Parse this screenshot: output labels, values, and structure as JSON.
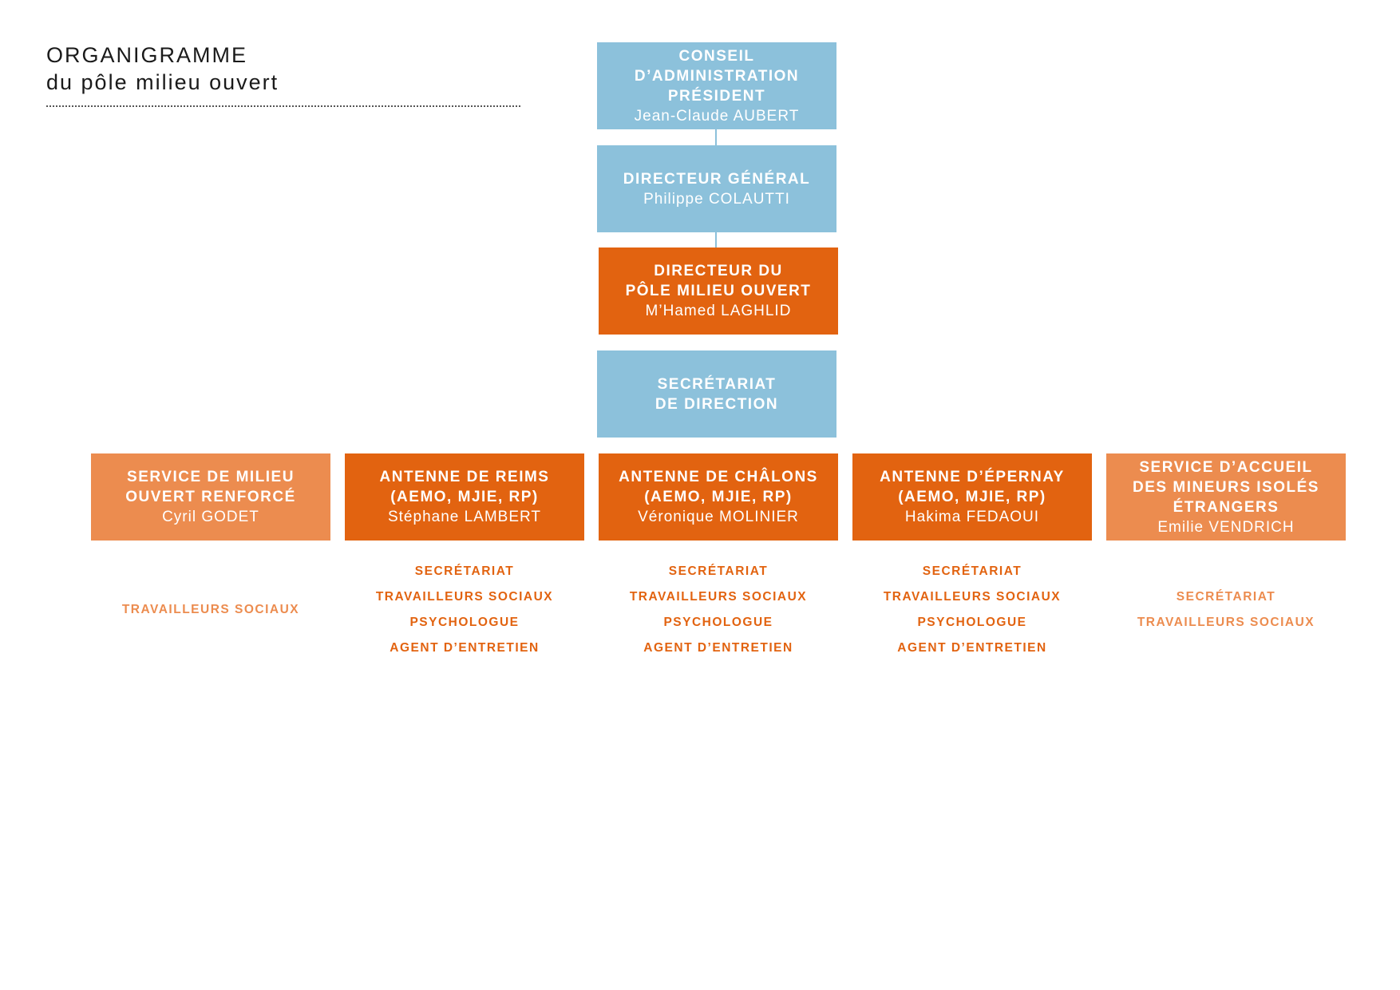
{
  "colors": {
    "blue": "#8cc1db",
    "orange_dark": "#e26310",
    "orange_light": "#ec8c4f",
    "title_text": "#1a1a1a"
  },
  "title": {
    "line1": "ORGANIGRAMME",
    "line2": "du pôle milieu ouvert"
  },
  "hierarchy": [
    {
      "id": "conseil-administration",
      "color": "blue",
      "label_lines": [
        "CONSEIL D’ADMINISTRATION",
        "PRÉSIDENT"
      ],
      "name": "Jean-Claude AUBERT"
    },
    {
      "id": "directeur-general",
      "color": "blue",
      "label_lines": [
        "DIRECTEUR GÉNÉRAL"
      ],
      "name": "Philippe COLAUTTI"
    },
    {
      "id": "directeur-pole",
      "color": "orange_dark",
      "label_lines": [
        "DIRECTEUR DU",
        "PÔLE MILIEU OUVERT"
      ],
      "name": "M’Hamed LAGHLID"
    },
    {
      "id": "secretariat-direction",
      "color": "blue",
      "label_lines": [
        "SECRÉTARIAT",
        "DE DIRECTION"
      ],
      "name": ""
    }
  ],
  "services": [
    {
      "id": "smor",
      "color": "orange_light",
      "label_lines": [
        "SERVICE DE MILIEU",
        "OUVERT RENFORCÉ"
      ],
      "name": "Cyril GODET",
      "staff": [
        "TRAVAILLEURS SOCIAUX"
      ]
    },
    {
      "id": "reims",
      "color": "orange_dark",
      "label_lines": [
        "ANTENNE DE REIMS",
        "(AEMO, MJIE, RP)"
      ],
      "name": "Stéphane LAMBERT",
      "staff": [
        "SECRÉTARIAT",
        "TRAVAILLEURS SOCIAUX",
        "PSYCHOLOGUE",
        "AGENT D’ENTRETIEN"
      ]
    },
    {
      "id": "chalons",
      "color": "orange_dark",
      "label_lines": [
        "ANTENNE DE CHÂLONS",
        "(AEMO, MJIE, RP)"
      ],
      "name": "Véronique MOLINIER",
      "staff": [
        "SECRÉTARIAT",
        "TRAVAILLEURS SOCIAUX",
        "PSYCHOLOGUE",
        "AGENT D’ENTRETIEN"
      ]
    },
    {
      "id": "epernay",
      "color": "orange_dark",
      "label_lines": [
        "ANTENNE D’ÉPERNAY",
        "(AEMO, MJIE, RP)"
      ],
      "name": "Hakima FEDAOUI",
      "staff": [
        "SECRÉTARIAT",
        "TRAVAILLEURS SOCIAUX",
        "PSYCHOLOGUE",
        "AGENT D’ENTRETIEN"
      ]
    },
    {
      "id": "samie",
      "color": "orange_light",
      "label_lines": [
        "SERVICE D’ACCUEIL",
        "DES MINEURS ISOLÉS",
        "ÉTRANGERS"
      ],
      "name": "Emilie VENDRICH",
      "staff": [
        "SECRÉTARIAT",
        "TRAVAILLEURS SOCIAUX"
      ]
    }
  ]
}
